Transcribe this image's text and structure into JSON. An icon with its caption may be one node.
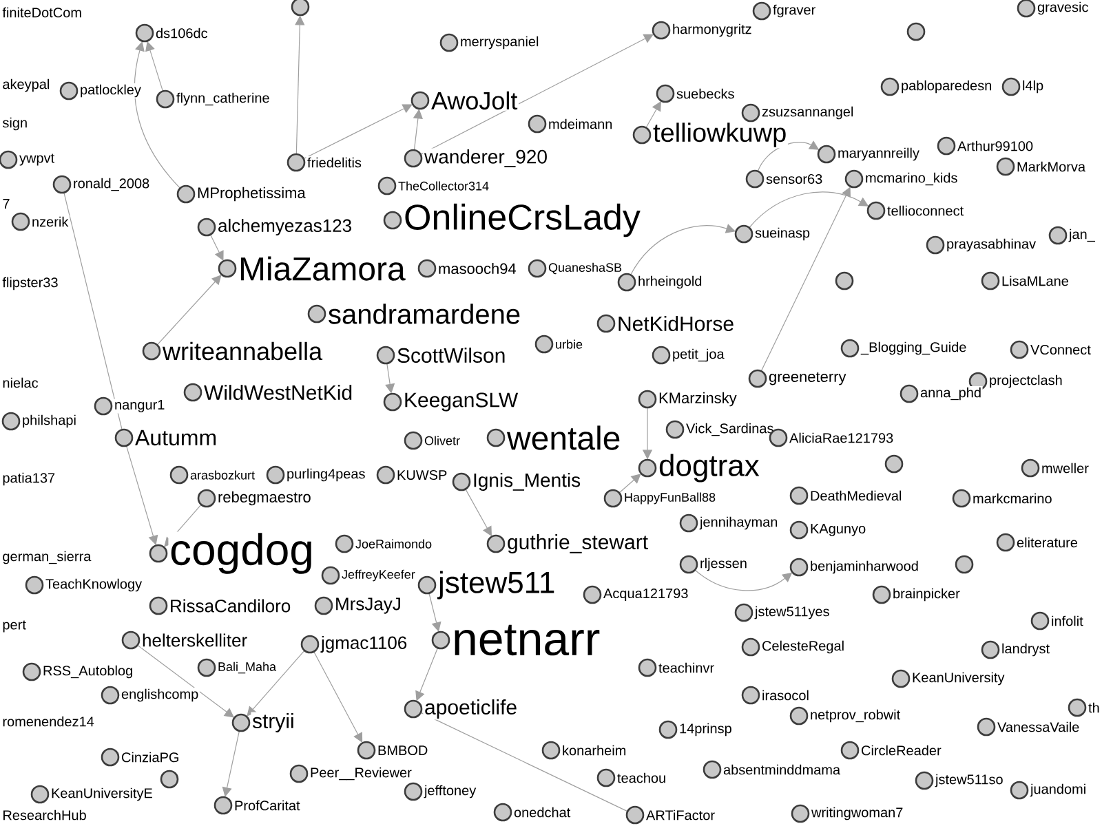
{
  "diagram": {
    "nodes": [
      {
        "text": [
          "ds106dc"
        ]
      },
      {
        "text": [],
        "shape": "circle"
      },
      {
        "text": [
          "patlockley"
        ]
      },
      {
        "text": [
          "flynn_catherine"
        ]
      },
      {
        "text": [
          "ywpvt"
        ]
      },
      {
        "text": [
          "ronald_2008"
        ]
      },
      {
        "text": [
          "friedelitis"
        ]
      },
      {
        "text": [
          "MProphetissima"
        ]
      },
      {
        "text": [
          "alchemyezas123"
        ]
      },
      {
        "text": [
          "nzerik"
        ]
      },
      {
        "text": [
          "MiaZamora"
        ]
      },
      {
        "text": [
          "masooch94"
        ]
      },
      {
        "text": [
          "writeannabella"
        ]
      },
      {
        "text": [
          "WildWestNetKid"
        ]
      },
      {
        "text": [
          "Autumm"
        ]
      },
      {
        "text": [
          "philshapi"
        ]
      },
      {
        "text": [
          "nangur1"
        ]
      },
      {
        "text": [
          "arasbozkurt"
        ]
      },
      {
        "text": [
          "purling4peas"
        ]
      },
      {
        "text": [
          "KUWSP"
        ]
      },
      {
        "text": [
          "rebegmaestro"
        ]
      },
      {
        "text": [
          "cogdog"
        ]
      },
      {
        "text": [
          "JoeRaimondo"
        ]
      },
      {
        "text": [
          "TeachKnowlogy"
        ]
      },
      {
        "text": [
          "RissaCandiloro"
        ]
      },
      {
        "text": [
          "helterskelliter"
        ]
      },
      {
        "text": [
          "MrsJayJ"
        ]
      },
      {
        "text": [
          "Bali_Maha"
        ]
      },
      {
        "text": [
          "jgmac1106"
        ]
      },
      {
        "text": [
          "JeffreyKeefer"
        ]
      },
      {
        "text": [
          "stryii"
        ]
      },
      {
        "text": [
          "RSS_Autoblog"
        ]
      },
      {
        "text": [
          "englishcomp"
        ]
      },
      {
        "text": [
          "CinziaPG"
        ]
      },
      {
        "text": [],
        "shape": "circle"
      },
      {
        "text": [
          "KeanUniversityE"
        ]
      },
      {
        "text": [
          "ProfCaritat"
        ]
      },
      {
        "text": [
          "Peer__Reviewer"
        ]
      },
      {
        "text": [
          "BMBOD"
        ]
      },
      {
        "text": [
          "jefftoney"
        ]
      },
      {
        "text": [
          "onedchat"
        ]
      },
      {
        "text": [
          "teachou"
        ]
      },
      {
        "text": [
          "ARTiFactor"
        ]
      },
      {
        "text": [
          "konarheim"
        ]
      },
      {
        "text": [
          "14prinsp"
        ]
      },
      {
        "text": [
          "apoeticlife"
        ]
      },
      {
        "text": [
          "teachinvr"
        ]
      },
      {
        "text": [
          "rljessen"
        ]
      },
      {
        "text": [
          "jstew511"
        ]
      },
      {
        "text": [
          "Acqua121793"
        ]
      },
      {
        "text": [
          "netnarr"
        ]
      },
      {
        "text": [
          "guthrie_stewart"
        ]
      },
      {
        "text": [
          "Ignis_Mentis"
        ]
      },
      {
        "text": [
          "HappyFunBall88"
        ]
      },
      {
        "text": [
          "jennihayman"
        ]
      },
      {
        "text": [
          "dogtrax"
        ]
      },
      {
        "text": [
          "Vick_Sardinas"
        ]
      },
      {
        "text": [
          "AliciaRae121793"
        ]
      },
      {
        "text": [
          "KMarzinsky"
        ]
      },
      {
        "text": [
          "greeneterry"
        ]
      },
      {
        "text": [
          "Olivetr"
        ]
      },
      {
        "text": [
          "wentale"
        ]
      },
      {
        "text": [
          "KeeganSLW"
        ]
      },
      {
        "text": [
          "urbie"
        ]
      },
      {
        "text": [
          "ScottWilson"
        ]
      },
      {
        "text": [
          "sandramardene"
        ]
      },
      {
        "text": [
          "OnlineCrsLady"
        ]
      },
      {
        "text": [
          "wanderer_920"
        ]
      },
      {
        "text": [
          "TheCollector314"
        ]
      },
      {
        "text": [
          "QuaneshaSB"
        ]
      },
      {
        "text": [
          "hrheingold"
        ]
      },
      {
        "text": [
          "NetKidHorse"
        ]
      },
      {
        "text": [
          "petit_joa"
        ]
      },
      {
        "text": [
          "AwoJolt"
        ]
      },
      {
        "text": [
          "merryspaniel"
        ]
      },
      {
        "text": [
          "mdeimann"
        ]
      },
      {
        "text": [
          "harmonygritz"
        ]
      },
      {
        "text": [
          "suebecks"
        ]
      },
      {
        "text": [
          "telliowkuwp"
        ]
      },
      {
        "text": [
          "zsuzsannangel"
        ]
      },
      {
        "text": [
          "sensor63"
        ]
      },
      {
        "text": [
          "maryannreilly"
        ]
      },
      {
        "text": [
          "mcmarino_kids"
        ]
      },
      {
        "text": [
          "sueinasp"
        ]
      },
      {
        "text": [
          "tellioconnect"
        ]
      },
      {
        "text": [
          "fgraver"
        ]
      },
      {
        "text": [],
        "shape": "circle"
      },
      {
        "text": [
          "pabloparedesn"
        ]
      },
      {
        "text": [
          "l4lp"
        ]
      },
      {
        "text": [
          "Arthur99100"
        ]
      },
      {
        "text": [
          "MarkMorva"
        ]
      },
      {
        "text": [
          "prayasabhinav"
        ]
      },
      {
        "text": [
          "jan_"
        ]
      },
      {
        "text": [],
        "shape": "circle"
      },
      {
        "text": [
          "LisaMLane"
        ]
      },
      {
        "text": [
          "_Blogging_Guide"
        ]
      },
      {
        "text": [
          "VConnect"
        ]
      },
      {
        "text": [
          "projectclash"
        ]
      },
      {
        "text": [
          "anna_phd"
        ]
      },
      {
        "text": [],
        "shape": "circle"
      },
      {
        "text": [
          "markcmarino"
        ]
      },
      {
        "text": [
          "mweller"
        ]
      },
      {
        "text": [
          "DeathMedieval"
        ]
      },
      {
        "text": [
          "KAgunyo"
        ]
      },
      {
        "text": [
          "benjaminharwood"
        ]
      },
      {
        "text": [
          "eliterature"
        ]
      },
      {
        "text": [
          "jstew511yes"
        ]
      },
      {
        "text": [
          "brainpicker"
        ]
      },
      {
        "text": [],
        "shape": "circle"
      },
      {
        "text": [
          "CelesteRegal"
        ]
      },
      {
        "text": [
          "infolit"
        ]
      },
      {
        "text": [
          "landryst"
        ]
      },
      {
        "text": [
          "irasocol"
        ]
      },
      {
        "text": [
          "netprov_robwit"
        ]
      },
      {
        "text": [
          "KeanUniversity"
        ]
      },
      {
        "text": [
          "VanessaVaile"
        ]
      },
      {
        "text": [
          "th"
        ]
      },
      {
        "text": [
          "CircleReader"
        ]
      },
      {
        "text": [
          "absentminddmama"
        ]
      },
      {
        "text": [
          "jstew511so"
        ]
      },
      {
        "text": [
          "juandomi"
        ]
      },
      {
        "text": [
          "writingwoman7"
        ]
      },
      {
        "text": [
          "gravesic"
        ]
      }
    ],
    "edges": [
      {
        "from": 7,
        "to": 0,
        "arrow": "to"
      },
      {
        "from": 3,
        "to": 0,
        "arrow": "to"
      },
      {
        "from": 6,
        "to": 1,
        "arrow": "to"
      },
      {
        "from": 5,
        "to": 14,
        "arrow": "none"
      },
      {
        "from": 78,
        "to": 77,
        "arrow": "to"
      },
      {
        "from": 80,
        "to": 81,
        "arrow": "to"
      },
      {
        "from": 59,
        "to": 82,
        "arrow": "to"
      },
      {
        "from": 70,
        "to": 83,
        "arrow": "to"
      },
      {
        "from": 83,
        "to": 84,
        "arrow": "to"
      },
      {
        "from": 67,
        "to": 76,
        "arrow": "to"
      },
      {
        "from": 6,
        "to": 73,
        "arrow": "to"
      },
      {
        "from": 67,
        "to": 73,
        "arrow": "to"
      },
      {
        "from": 14,
        "to": 21,
        "arrow": "to"
      },
      {
        "from": 20,
        "to": 21,
        "arrow": "to"
      },
      {
        "from": 28,
        "to": 30,
        "arrow": "to"
      },
      {
        "from": 30,
        "to": 36,
        "arrow": "to"
      },
      {
        "from": 28,
        "to": 38,
        "arrow": "to"
      },
      {
        "from": 50,
        "to": 45,
        "arrow": "to"
      },
      {
        "from": 45,
        "to": 42,
        "arrow": "none"
      },
      {
        "from": 52,
        "to": 51,
        "arrow": "to"
      },
      {
        "from": 58,
        "to": 55,
        "arrow": "to"
      },
      {
        "from": 53,
        "to": 55,
        "arrow": "to"
      },
      {
        "from": 47,
        "to": 104,
        "arrow": "to"
      },
      {
        "from": 12,
        "to": 10,
        "arrow": "to"
      },
      {
        "from": 8,
        "to": 10,
        "arrow": "to"
      },
      {
        "from": 64,
        "to": 62,
        "arrow": "to"
      },
      {
        "from": 25,
        "to": 30,
        "arrow": "to"
      },
      {
        "from": 48,
        "to": 50,
        "arrow": "to"
      }
    ],
    "labels": [
      "finiteDotCom",
      "akeypal",
      "sign",
      "7",
      "flipster33",
      "nielac",
      "patia137",
      "german_sierra",
      "pert",
      "romenendez14",
      "ResearchHub"
    ]
  }
}
